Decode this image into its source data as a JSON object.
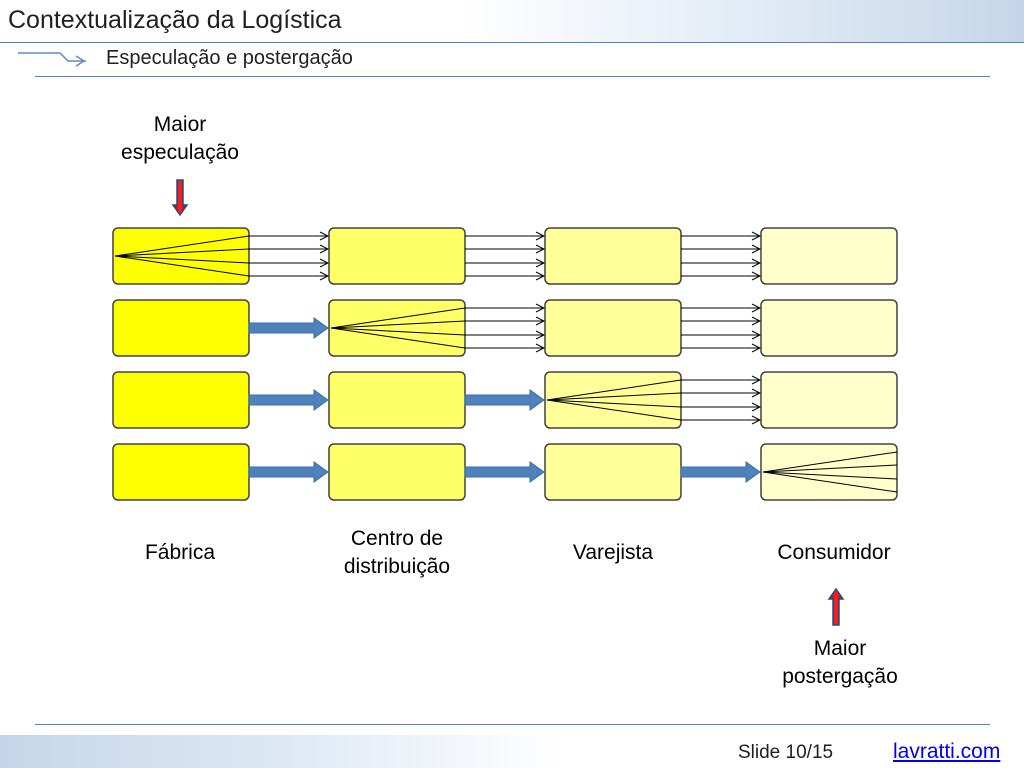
{
  "header": {
    "title": "Contextualização da Logística",
    "subtitle": "Especulação e postergação"
  },
  "diagram": {
    "stages": [
      "Fábrica",
      "Centro de distribuição",
      "Varejista",
      "Consumidor"
    ],
    "stage_label_lines": [
      [
        "Fábrica"
      ],
      [
        "Centro de",
        "distribuição"
      ],
      [
        "Varejista"
      ],
      [
        "Consumidor"
      ]
    ],
    "top_annotation": [
      "Maior",
      "especulação"
    ],
    "bottom_annotation": [
      "Maior",
      "postergação"
    ],
    "rows": 4,
    "colors": {
      "stage_fills": [
        "#ffff00",
        "#ffff66",
        "#ffff99",
        "#ffffcc"
      ],
      "connector_arrow": "#4f81bd",
      "indicator_arrow": "#e3101a"
    },
    "indicator_icon": "red-arrow-icon"
  },
  "footer": {
    "slide": "Slide 10/15",
    "site": "lavratti.com"
  }
}
